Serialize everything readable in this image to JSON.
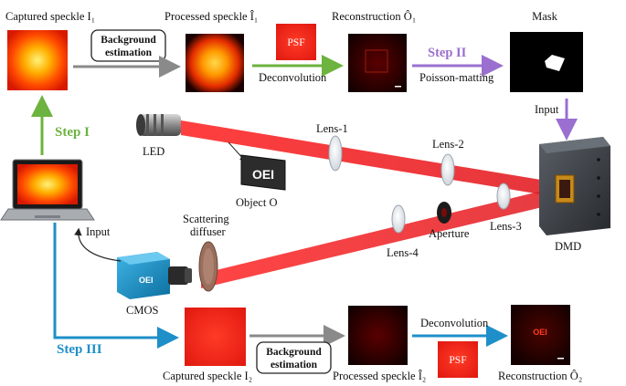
{
  "title": "",
  "top_row": {
    "captured_1": "Captured speckle I₁",
    "background_box_1_line1": "Background",
    "background_box_1_line2": "estimation",
    "processed_1": "Processed speckle Î₁",
    "psf_1": "PSF",
    "deconvolution_1": "Deconvolution",
    "reconstruction_1": "Reconstruction Ô₁",
    "step_2": "Step II",
    "poisson": "Poisson-matting",
    "mask": "Mask"
  },
  "middle": {
    "step_1": "Step I",
    "led": "LED",
    "object_text": "OEI",
    "object_label": "Object O",
    "lens_1": "Lens-1",
    "lens_2": "Lens-2",
    "lens_3": "Lens-3",
    "lens_4": "Lens-4",
    "aperture": "Aperture",
    "dmd": "DMD",
    "input_top": "Input",
    "input_left": "Input",
    "scattering_1": "Scattering",
    "scattering_2": "diffuser",
    "cmos_logo": "OEI",
    "cmos": "CMOS"
  },
  "bottom_row": {
    "step_3": "Step III",
    "captured_2": "Captured speckle I₂",
    "background_box_2_line1": "Background",
    "background_box_2_line2": "estimation",
    "processed_2": "Processed speckle Î₂",
    "deconvolution_2": "Deconvolution",
    "psf_2": "PSF",
    "recon_text": "OEI",
    "reconstruction_2": "Reconstruction Ô₂"
  },
  "colors": {
    "step_1": "#6db33f",
    "step_2": "#9a6fd0",
    "step_3": "#1e8fc8",
    "gray_arrow": "#8a8a8a",
    "beam": "#e8161b"
  }
}
